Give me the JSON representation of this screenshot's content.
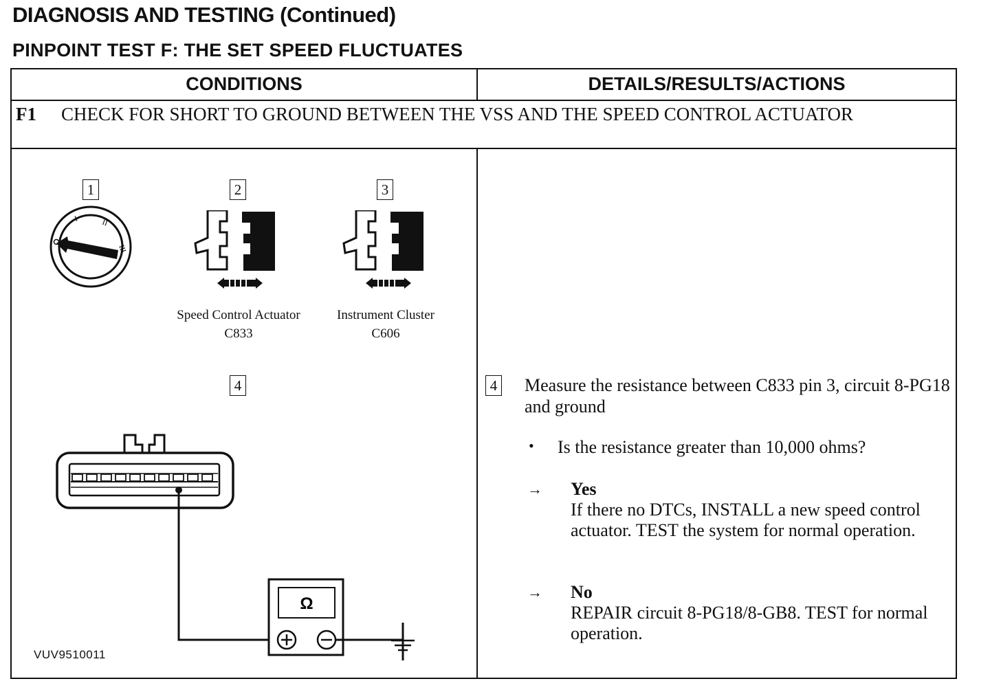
{
  "header": {
    "title": "DIAGNOSIS AND TESTING (Continued)",
    "subtitle": "PINPOINT TEST F:  THE SET SPEED FLUCTUATES"
  },
  "table": {
    "col_conditions": "CONDITIONS",
    "col_details": "DETAILS/RESULTS/ACTIONS",
    "step_id": "F1",
    "step_title": "CHECK FOR SHORT TO GROUND BETWEEN THE VSS AND THE SPEED CONTROL ACTUATOR"
  },
  "figure": {
    "steps": [
      "1",
      "2",
      "3",
      "4"
    ],
    "connector_2_label": "Speed Control Actuator",
    "connector_2_code": "C833",
    "connector_3_label": "Instrument Cluster",
    "connector_3_code": "C606",
    "meter_symbol": "Ω",
    "ignition_marks": [
      "I",
      "II",
      "III"
    ],
    "figure_code": "VUV9510011",
    "icons": [
      "ignition-switch-icon",
      "connector-disconnect-icon",
      "ohmmeter-icon",
      "ground-symbol-icon"
    ]
  },
  "details": {
    "step_number": "4",
    "instruction": "Measure the resistance between C833 pin 3, circuit 8-PG18 and ground",
    "question": "Is the resistance greater than 10,000 ohms?",
    "yes_label": "Yes",
    "yes_action": "If there no DTCs, INSTALL a new speed control actuator. TEST the system for normal operation.",
    "no_label": "No",
    "no_action": "REPAIR circuit 8-PG18/8-GB8. TEST for normal operation.",
    "bullet": "•",
    "arrow": "→"
  }
}
